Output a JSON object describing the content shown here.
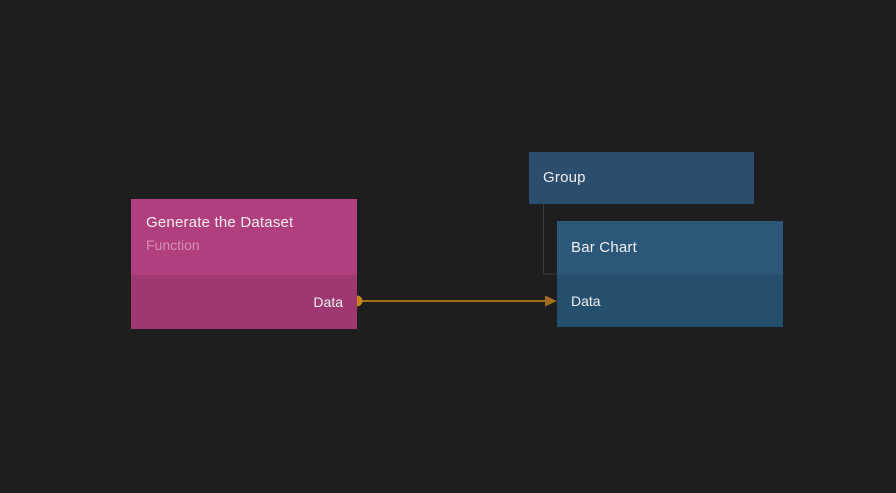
{
  "canvas": {
    "background": "#1e1e1e"
  },
  "nodes": {
    "generate_dataset": {
      "title": "Generate the Dataset",
      "subtitle": "Function",
      "output_port_label": "Data",
      "header_color": "#b23f7d",
      "body_color": "#9d3970"
    },
    "group": {
      "title": "Group",
      "color": "#2b4e6e"
    },
    "bar_chart": {
      "title": "Bar Chart",
      "input_port_label": "Data",
      "header_color": "#2b5878",
      "body_color": "#25506d"
    }
  },
  "edge": {
    "color": "#a06e1e",
    "port_dot_color": "#c8861a"
  },
  "hierarchy_line_color": "#3c3c3c"
}
